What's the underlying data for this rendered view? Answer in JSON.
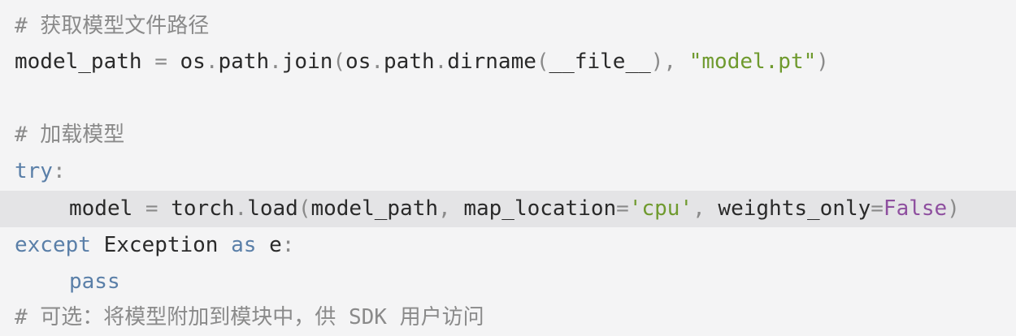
{
  "code": {
    "line1": {
      "comment": "# 获取模型文件路径"
    },
    "line2": {
      "var": "model_path",
      "eq": " = ",
      "os1": "os",
      "dot1": ".",
      "path1": "path",
      "dot2": ".",
      "join": "join",
      "lp1": "(",
      "os2": "os",
      "dot3": ".",
      "path2": "path",
      "dot4": ".",
      "dirname": "dirname",
      "lp2": "(",
      "file": "__file__",
      "rp2": ")",
      "comma": ", ",
      "string": "\"model.pt\"",
      "rp1": ")"
    },
    "line4": {
      "comment": "# 加载模型"
    },
    "line5": {
      "kw": "try",
      "colon": ":"
    },
    "line6": {
      "var": "model",
      "eq": " = ",
      "torch": "torch",
      "dot": ".",
      "load": "load",
      "lp": "(",
      "arg1": "model_path",
      "comma1": ", ",
      "kw1": "map_location",
      "eq1": "=",
      "str1": "'cpu'",
      "comma2": ", ",
      "kw2": "weights_only",
      "eq2": "=",
      "const": "False",
      "rp": ")"
    },
    "line7": {
      "kw": "except",
      "exc": " Exception ",
      "as": "as",
      "var": " e",
      "colon": ":"
    },
    "line8": {
      "kw": "pass"
    },
    "line9": {
      "comment": "# 可选：将模型附加到模块中，供 SDK 用户访问"
    }
  },
  "colors": {
    "background": "#f4f4f5",
    "highlight": "#e4e4e6",
    "keyword": "#5a7fa8",
    "string": "#6f9a2e",
    "constant": "#8e4f9f",
    "comment": "#8a8a8a"
  }
}
